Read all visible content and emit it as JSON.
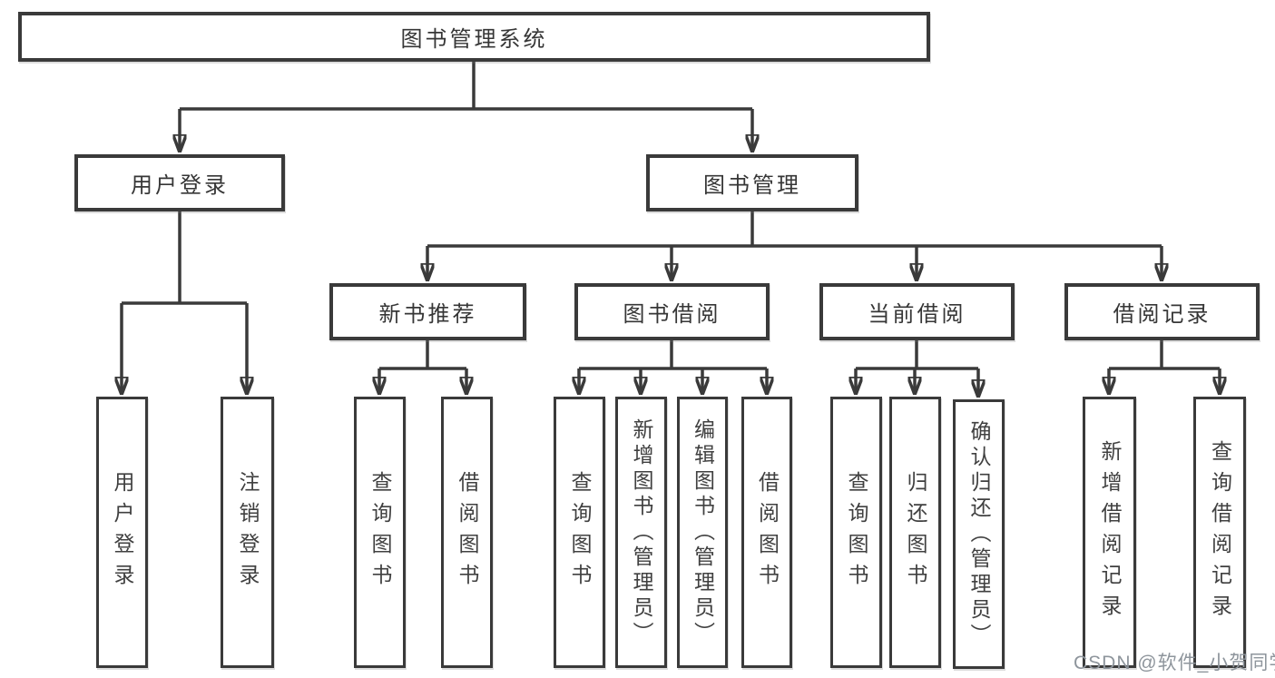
{
  "title": "图书管理系统",
  "watermark": "CSDN @软件_小贺同学",
  "colors": {
    "line": "#3a3a3a",
    "box_border": "#3a3a3a",
    "text": "#3c3c3c",
    "background": "#ffffff",
    "watermark": "#8e959c"
  },
  "nodes": {
    "root": {
      "label": "图书管理系统",
      "children": [
        "user_login",
        "book_mgmt"
      ]
    },
    "user_login": {
      "label": "用户登录",
      "children": [
        "leaf_user_login",
        "leaf_logout"
      ]
    },
    "book_mgmt": {
      "label": "图书管理",
      "children": [
        "new_book_rec",
        "book_borrow",
        "current_borrow",
        "borrow_records"
      ]
    },
    "new_book_rec": {
      "label": "新书推荐",
      "children": [
        "leaf_rec_query",
        "leaf_rec_borrow"
      ]
    },
    "book_borrow": {
      "label": "图书借阅",
      "children": [
        "leaf_bb_query",
        "leaf_bb_add",
        "leaf_bb_edit",
        "leaf_bb_borrow"
      ]
    },
    "current_borrow": {
      "label": "当前借阅",
      "children": [
        "leaf_cb_query",
        "leaf_cb_return",
        "leaf_cb_confirm"
      ]
    },
    "borrow_records": {
      "label": "借阅记录",
      "children": [
        "leaf_br_add",
        "leaf_br_query"
      ]
    },
    "leaf_user_login": {
      "label": "用户登录"
    },
    "leaf_logout": {
      "label": "注销登录"
    },
    "leaf_rec_query": {
      "label": "查询图书"
    },
    "leaf_rec_borrow": {
      "label": "借阅图书"
    },
    "leaf_bb_query": {
      "label": "查询图书"
    },
    "leaf_bb_add": {
      "label": "新增图书（管理员）"
    },
    "leaf_bb_edit": {
      "label": "编辑图书（管理员）"
    },
    "leaf_bb_borrow": {
      "label": "借阅图书"
    },
    "leaf_cb_query": {
      "label": "查询图书"
    },
    "leaf_cb_return": {
      "label": "归还图书"
    },
    "leaf_cb_confirm": {
      "label": "确认归还（管理员）"
    },
    "leaf_br_add": {
      "label": "新增借阅记录"
    },
    "leaf_br_query": {
      "label": "查询借阅记录"
    }
  }
}
